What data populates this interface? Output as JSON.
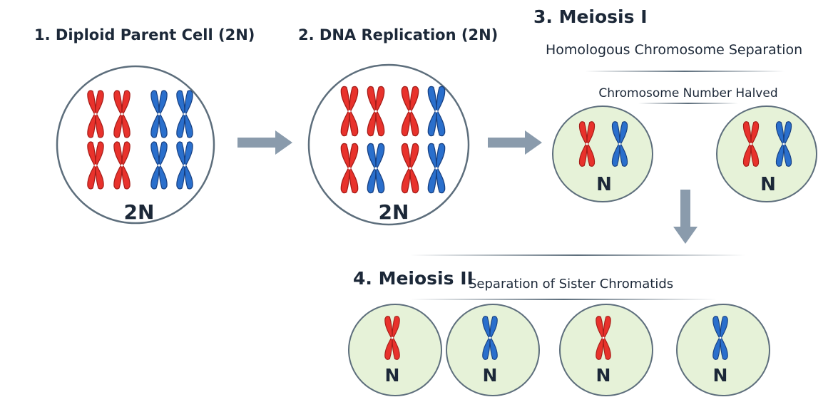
{
  "stages": {
    "parent": {
      "title": "1. Diploid Parent Cell (2N)",
      "ploidy": "2N",
      "rows": [
        [
          "red",
          "red",
          "blue",
          "blue"
        ],
        [
          "red",
          "red",
          "blue",
          "blue"
        ]
      ]
    },
    "replication": {
      "title": "2. DNA Replication (2N)",
      "ploidy": "2N",
      "rows": [
        [
          "red",
          "red",
          "red",
          "blue"
        ],
        [
          "red",
          "blue",
          "red",
          "blue"
        ]
      ]
    },
    "meiosis1": {
      "title": "3. Meiosis I",
      "subtitle": "Homologous Chromosome Separation",
      "note": "Chromosome Number Halved",
      "cells": [
        {
          "ploidy": "N",
          "chromosomes": [
            "red",
            "blue"
          ]
        },
        {
          "ploidy": "N",
          "chromosomes": [
            "red",
            "blue"
          ]
        }
      ]
    },
    "meiosis2": {
      "title": "4. Meiosis II",
      "subtitle": "Separation of Sister Chromatids",
      "cells": [
        {
          "ploidy": "N",
          "chromosomes": [
            "red"
          ]
        },
        {
          "ploidy": "N",
          "chromosomes": [
            "blue"
          ]
        },
        {
          "ploidy": "N",
          "chromosomes": [
            "red"
          ]
        },
        {
          "ploidy": "N",
          "chromosomes": [
            "blue"
          ]
        }
      ]
    }
  },
  "colors": {
    "red": "#e8322c",
    "red_edge": "#a51c18",
    "blue": "#2a6fcc",
    "blue_edge": "#173f80",
    "cell_fill": "#e6f2d8",
    "cell_stroke": "#5d6e7c",
    "arrow": "#8a9bac",
    "text": "#1c2838"
  }
}
